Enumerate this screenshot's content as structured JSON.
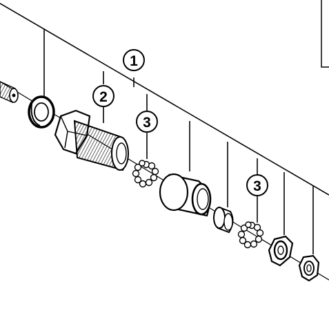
{
  "callouts": {
    "part_1": "1",
    "part_2": "2",
    "part_3_upper": "3",
    "part_3_lower": "3"
  }
}
